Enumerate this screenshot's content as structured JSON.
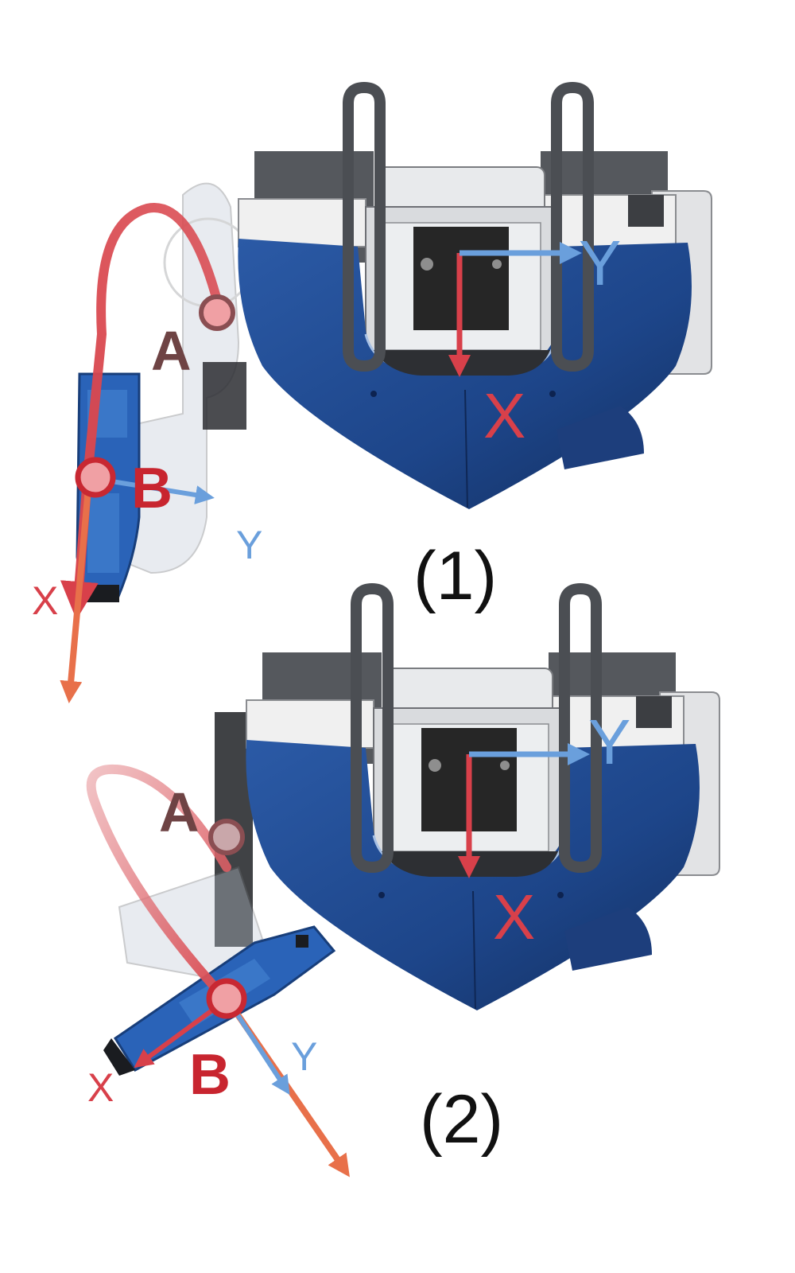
{
  "colors": {
    "shell_blue": "#1f4a8f",
    "shell_dark": "#14346a",
    "frame_grey": "#d9dbde",
    "dark_grey": "#4a4d52",
    "screen_black": "#262626",
    "axis_x": "#d8404a",
    "axis_y": "#6a9fdc",
    "arc_red": "#d9474e",
    "orange_arrow": "#e8704a",
    "point_fill": "#f0a0a4",
    "point_ring_a": "#8a4e52",
    "point_ring_b": "#c82832"
  },
  "panels": [
    {
      "caption": "(1)",
      "body_frame": {
        "x_label": "X",
        "y_label": "Y"
      },
      "joint_a_label": "A",
      "joint_b_label": "B",
      "arm_frame": {
        "x_label": "X",
        "y_label": "Y"
      }
    },
    {
      "caption": "(2)",
      "body_frame": {
        "x_label": "X",
        "y_label": "Y"
      },
      "joint_a_label": "A",
      "joint_b_label": "B",
      "arm_frame": {
        "x_label": "X",
        "y_label": "Y"
      }
    }
  ]
}
